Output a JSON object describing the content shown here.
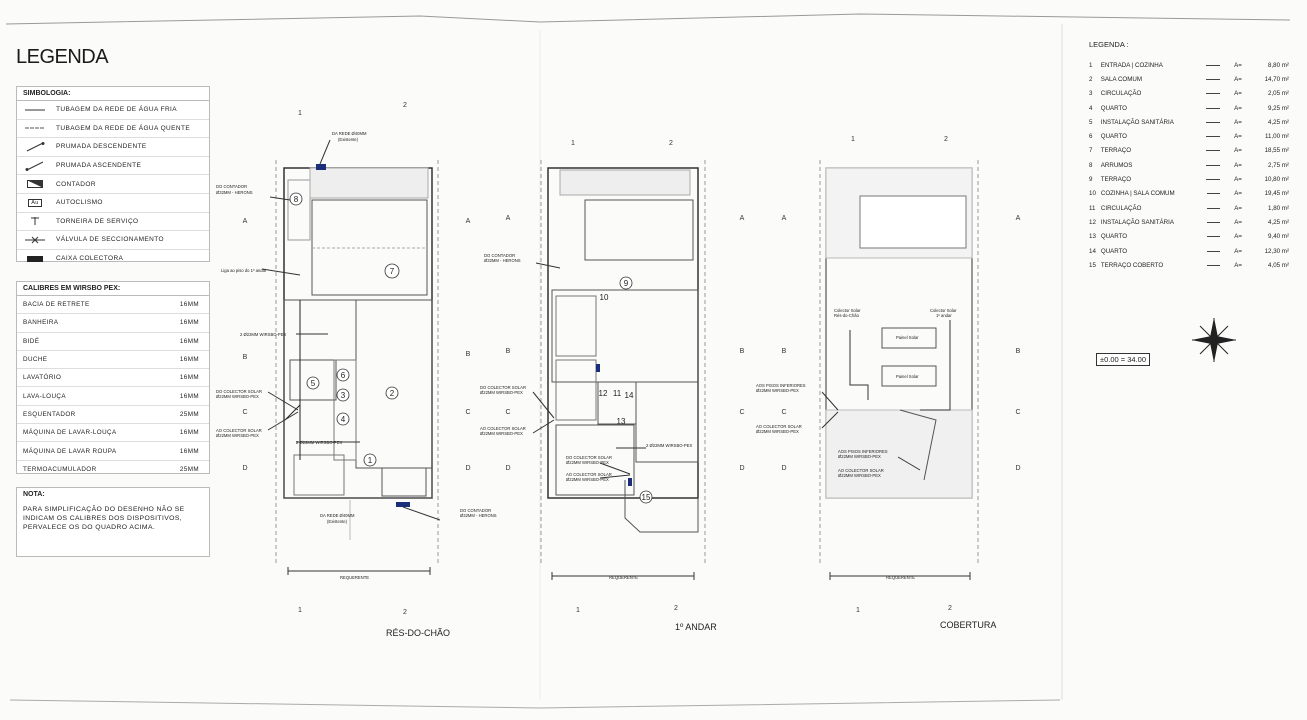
{
  "title": "LEGENDA",
  "simbologia": {
    "heading": "SIMBOLOGIA:",
    "items": [
      {
        "icon": "cold-water-line-icon",
        "label": "TUBAGEM DA REDE DE ÁGUA FRIA"
      },
      {
        "icon": "hot-water-line-icon",
        "label": "TUBAGEM DA REDE DE ÁGUA QUENTE"
      },
      {
        "icon": "descending-riser-icon",
        "label": "PRUMADA DESCENDENTE"
      },
      {
        "icon": "ascending-riser-icon",
        "label": "PRUMADA ASCENDENTE"
      },
      {
        "icon": "meter-icon",
        "label": "CONTADOR"
      },
      {
        "icon": "flush-tank-icon",
        "label": "AUTOCLISMO",
        "glyph": "Au"
      },
      {
        "icon": "service-tap-icon",
        "label": "TORNEIRA DE SERVIÇO"
      },
      {
        "icon": "shutoff-valve-icon",
        "label": "VÁLVULA DE SECCIONAMENTO"
      },
      {
        "icon": "collector-box-icon",
        "label": "CAIXA COLECTORA"
      }
    ]
  },
  "calibres": {
    "heading": "CALIBRES EM WIRSBO PEX:",
    "rows": [
      {
        "name": "BACIA DE RETRETE",
        "value": "16MM"
      },
      {
        "name": "BANHEIRA",
        "value": "16MM"
      },
      {
        "name": "BIDÉ",
        "value": "16MM"
      },
      {
        "name": "DUCHE",
        "value": "16MM"
      },
      {
        "name": "LAVATÓRIO",
        "value": "16MM"
      },
      {
        "name": "LAVA-LOUÇA",
        "value": "16MM"
      },
      {
        "name": "ESQUENTADOR",
        "value": "25MM"
      },
      {
        "name": "MÁQUINA DE LAVAR-LOUÇA",
        "value": "16MM"
      },
      {
        "name": "MÁQUINA DE LAVAR ROUPA",
        "value": "16MM"
      },
      {
        "name": "TERMOACUMULADOR",
        "value": "25MM"
      }
    ]
  },
  "nota": {
    "heading": "NOTA:",
    "text": "PARA SIMPLIFICAÇÃO DO DESENHO NÃO SE INDICAM OS CALIBRES DOS DISPOSITIVOS, PERVALECE OS DO QUADRO ACIMA."
  },
  "rooms": {
    "heading": "LEGENDA :",
    "area_symbol": "A=",
    "items": [
      {
        "n": "1",
        "name": "ENTRADA | COZINHA",
        "area": "8,80 m²"
      },
      {
        "n": "2",
        "name": "SALA COMUM",
        "area": "14,70 m²"
      },
      {
        "n": "3",
        "name": "CIRCULAÇÃO",
        "area": "2,05 m²"
      },
      {
        "n": "4",
        "name": "QUARTO",
        "area": "9,25 m²"
      },
      {
        "n": "5",
        "name": "INSTALAÇÃO SANITÁRIA",
        "area": "4,25 m²"
      },
      {
        "n": "6",
        "name": "QUARTO",
        "area": "11,00 m²"
      },
      {
        "n": "7",
        "name": "TERRAÇO",
        "area": "18,55 m²"
      },
      {
        "n": "8",
        "name": "ARRUMOS",
        "area": "2,75 m²"
      },
      {
        "n": "9",
        "name": "TERRAÇO",
        "area": "10,80 m²"
      },
      {
        "n": "10",
        "name": "COZINHA | SALA COMUM",
        "area": "19,45 m²"
      },
      {
        "n": "11",
        "name": "CIRCULAÇÃO",
        "area": "1,80 m²"
      },
      {
        "n": "12",
        "name": "INSTALAÇÃO SANITÁRIA",
        "area": "4,25 m²"
      },
      {
        "n": "13",
        "name": "QUARTO",
        "area": "9,40 m²"
      },
      {
        "n": "14",
        "name": "QUARTO",
        "area": "12,30 m²"
      },
      {
        "n": "15",
        "name": "TERRAÇO COBERTO",
        "area": "4,05 m²"
      }
    ]
  },
  "elevation": "±0.00 = 34.00",
  "plans": {
    "ground": {
      "label": "RÉS-DO-CHÃO",
      "rooms": [
        "1",
        "2",
        "3",
        "4",
        "5",
        "6",
        "7",
        "8"
      ],
      "notes": {
        "da_rede_top": "DA REDE Ø40MM",
        "existente": "(Existente)",
        "do_contador": "DO CONTADOR",
        "do_contador_sub": "Ø32MM - HERONS",
        "liga_piso": "Liga ao piso do 1º andar",
        "wirsbo_a": "2 Ø22MM WIRSBO-PEX",
        "wirsbo_b": "2 Ø22MM WIRSBO-PEX",
        "do_colector": "DO COLECTOR SOLAR",
        "do_colector_sub": "Ø22MM WIRSBO-PEX",
        "ao_colector": "AO COLECTOR SOLAR",
        "ao_colector_sub": "Ø22MM WIRSBO-PEX",
        "da_rede_bottom": "DA REDE Ø40MM",
        "do_contador_b": "DO CONTADOR",
        "do_contador_b_sub": "Ø32MM - HERONS",
        "requerente": "REQUERENTE"
      }
    },
    "first": {
      "label": "1º ANDAR",
      "rooms": [
        "9",
        "10",
        "11",
        "12",
        "13",
        "14",
        "15"
      ],
      "notes": {
        "do_contador": "DO CONTADOR",
        "do_contador_sub": "Ø32MM - HERONS",
        "do_colector": "DO COLECTOR SOLAR",
        "do_colector_sub": "Ø22MM WIRSBO-PEX",
        "ao_colector": "AO COLECTOR SOLAR",
        "ao_colector_sub": "Ø22MM WIRSBO-PEX",
        "wirsbo": "2 Ø22MM WIRSBO-PEX",
        "do_colector_b": "DO COLECTOR SOLAR",
        "do_colector_b_sub": "Ø22MM WIRSBO-PEX",
        "ao_colector_b": "AO COLECTOR SOLAR",
        "ao_colector_b_sub": "Ø22MM WIRSBO-PEX",
        "requerente": "REQUERENTE"
      }
    },
    "roof": {
      "label": "COBERTURA",
      "notes": {
        "collector_rc": "Colector Solar",
        "collector_rc_sub": "Rés-do-Chão",
        "collector_1": "Colector Solar",
        "collector_1_sub": "1º andar",
        "panel": "Painel Solar",
        "aos_pisos": "AOS PISOS INFERIORES",
        "aos_pisos_sub": "Ø22MM WIRSBO-PEX",
        "ao_colector": "AO COLECTOR SOLAR",
        "ao_colector_sub": "Ø22MM WIRSBO-PEX",
        "aos_pisos_b": "AOS PISOS INFERIORES",
        "aos_pisos_b_sub": "Ø22MM WIRSBO-PEX",
        "ao_colector_b": "AO COLECTOR SOLAR",
        "ao_colector_b_sub": "Ø22MM WIRSBO-PEX",
        "requerente": "REQUERENTE"
      }
    }
  },
  "section_marks": [
    "A",
    "A",
    "B",
    "B",
    "C",
    "C",
    "D",
    "D"
  ],
  "axis_marks": [
    "1",
    "2"
  ]
}
